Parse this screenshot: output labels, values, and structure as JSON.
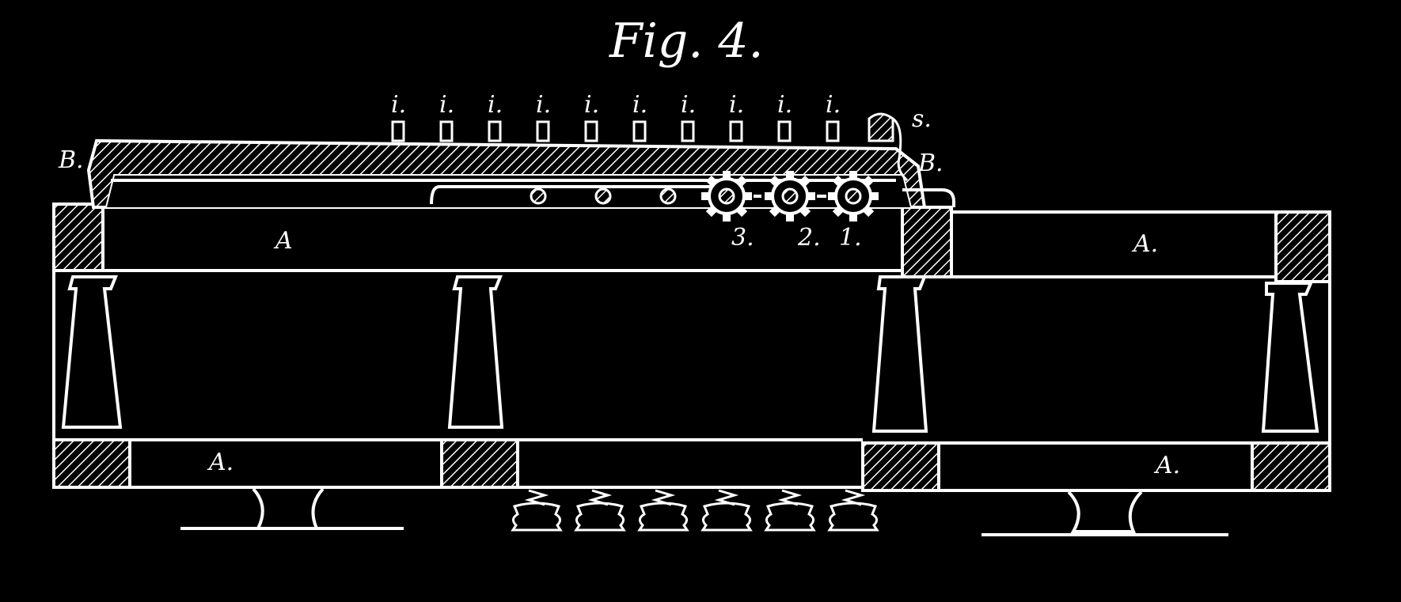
{
  "figure": {
    "title": "Fig. 4.",
    "labels": {
      "frame_top_left": "A",
      "frame_top_right": "A.",
      "frame_bottom_left": "A.",
      "frame_bottom_right": "A.",
      "case_left": "B.",
      "case_right": "B.",
      "stop": "s.",
      "pin": "i.",
      "gear_1": "1.",
      "gear_2": "2.",
      "gear_3": "3."
    },
    "pin_count": 10,
    "gear_count": 3,
    "spring_count": 6,
    "colors": {
      "background": "#000000",
      "line": "#ffffff"
    }
  }
}
